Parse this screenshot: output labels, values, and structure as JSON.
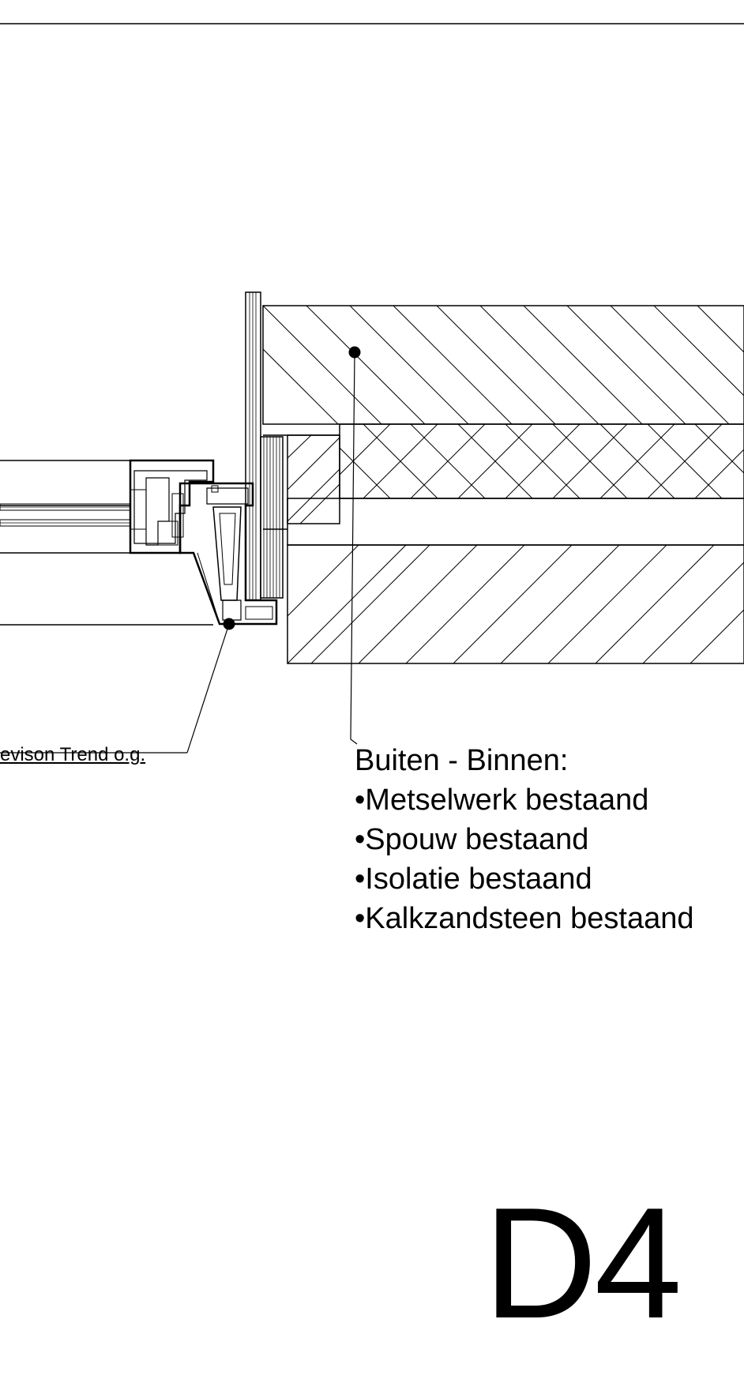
{
  "drawing": {
    "frame_label": "evison Trend o.g.",
    "materials_heading": "Buiten - Binnen:",
    "materials": [
      "•Metselwerk bestaand",
      "•Spouw bestaand",
      "•Isolatie bestaand",
      "•Kalkzandsteen bestaand"
    ],
    "detail_code": "D4"
  },
  "colors": {
    "line": "#000000",
    "background": "#ffffff"
  }
}
